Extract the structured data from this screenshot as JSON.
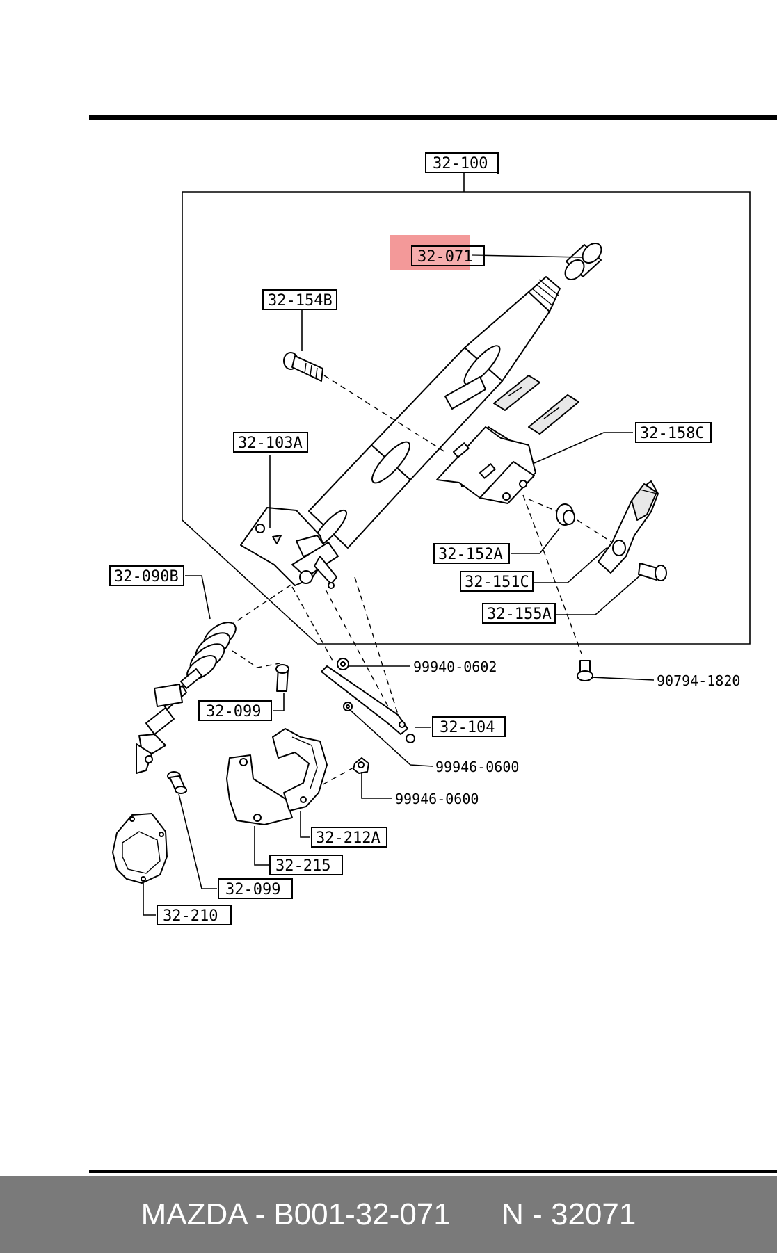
{
  "highlight_color": "#f08080",
  "callouts": {
    "assembly": "32-100",
    "bearing": "32-071",
    "bolt_top": "32-154B",
    "bracket": "32-103A",
    "joint": "32-090B",
    "mount_plate": "32-158C",
    "bushing": "32-152A",
    "lever": "32-151C",
    "lever_bolt": "32-155A",
    "brace": "32-104",
    "bolt_left_1": "32-099",
    "bolt_left_2": "32-099",
    "cover_bracket": "32-212A",
    "cover": "32-215",
    "boot": "32-210"
  },
  "part_numbers": {
    "nut_1": "99940-0602",
    "bolt_far": "90794-1820",
    "nut_2": "99946-0600",
    "nut_3": "99946-0600"
  },
  "footer": {
    "left": "MAZDA - B001-32-071",
    "right": "N - 32071"
  }
}
